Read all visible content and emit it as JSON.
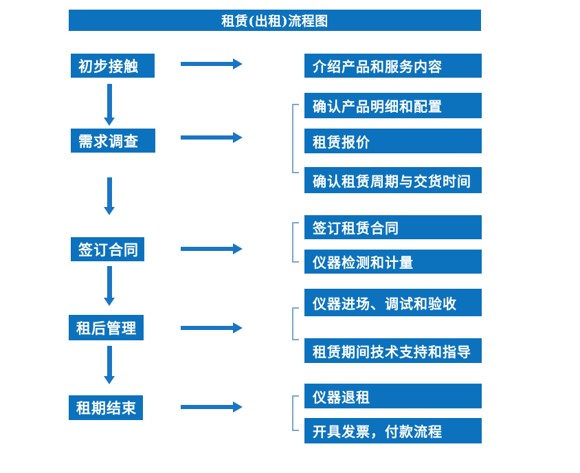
{
  "title": "租赁(出租)流程图",
  "colors": {
    "box": "#0d72bd",
    "arrow": "#1a75c5",
    "bracket": "#7ba3d4",
    "text": "#ffffff"
  },
  "stages": [
    {
      "label": "初步接触",
      "details": [
        "介绍产品和服务内容"
      ]
    },
    {
      "label": "需求调查",
      "details": [
        "确认产品明细和配置",
        "租赁报价",
        "确认租赁周期与交货时间"
      ]
    },
    {
      "label": "签订合同",
      "details": [
        "签订租赁合同",
        "仪器检测和计量"
      ]
    },
    {
      "label": "租后管理",
      "details": [
        "仪器进场、调试和验收",
        "租赁期间技术支持和指导"
      ]
    },
    {
      "label": "租期结束",
      "details": [
        "仪器退租",
        "开具发票，付款流程"
      ]
    }
  ]
}
